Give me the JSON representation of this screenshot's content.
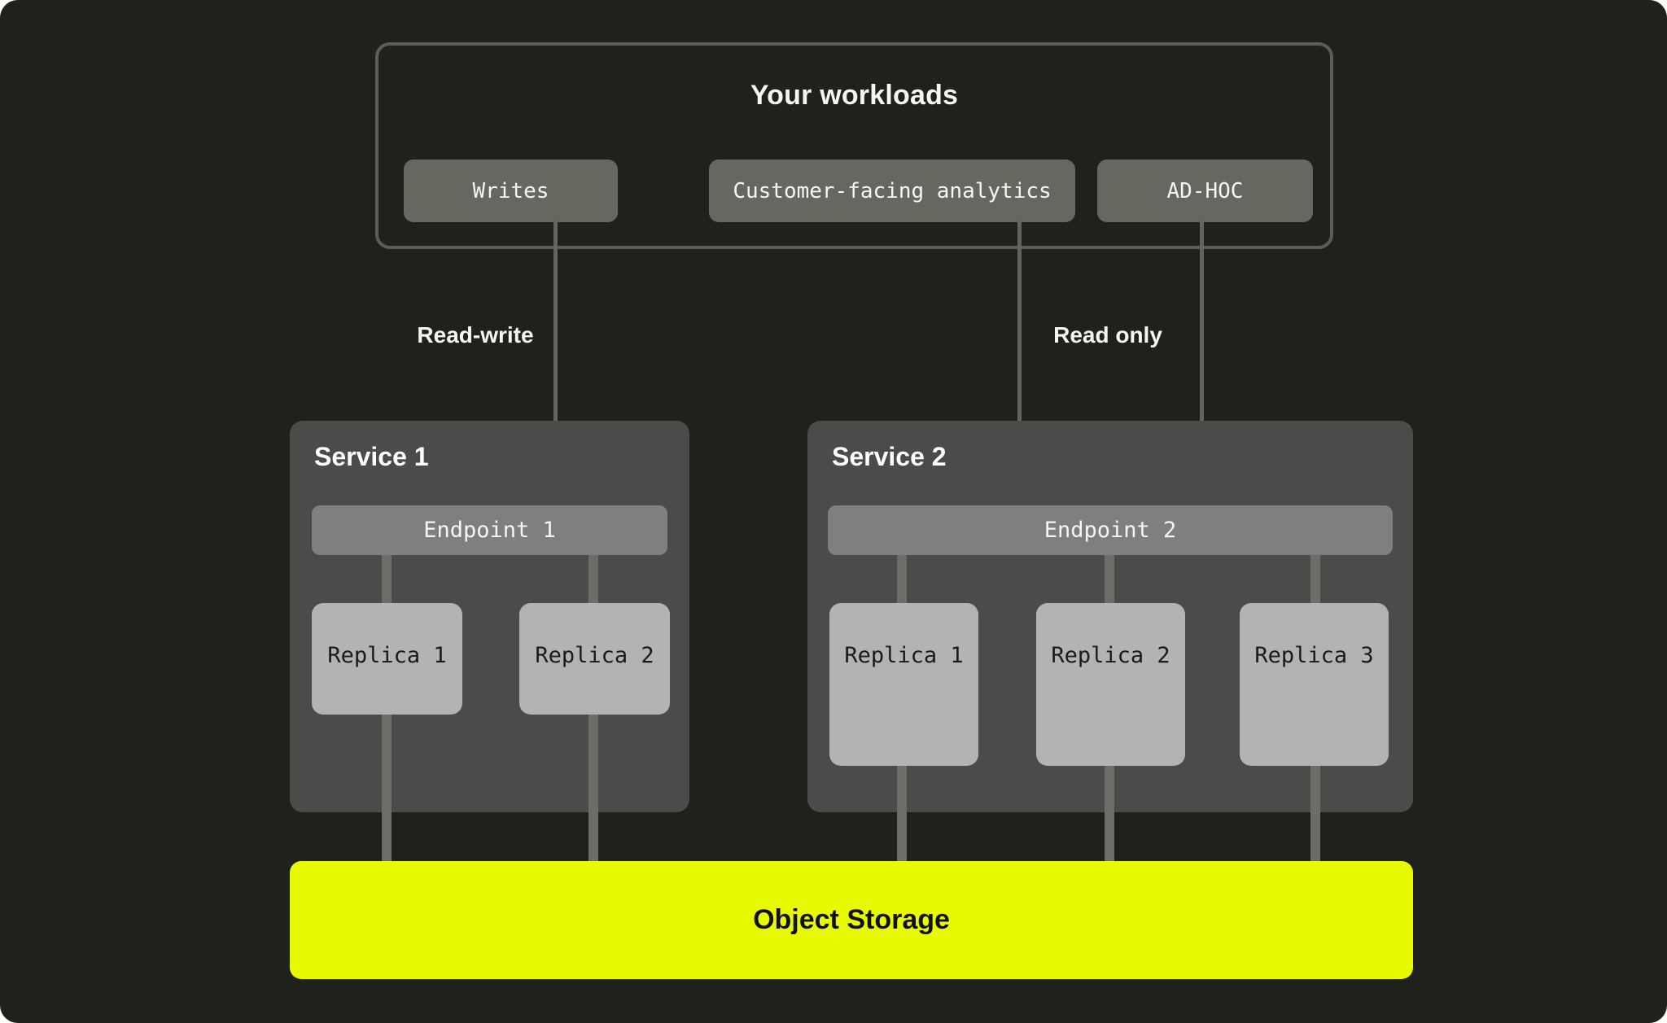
{
  "colors": {
    "bg-page": "#ffffff",
    "canvas": "#1f211b",
    "frame-border": "#5c5d58",
    "chip-bg": "#67665f",
    "text-light": "#f5f5f3",
    "arrow": "#63645e",
    "service-bg": "#4b4b49",
    "endpoint-bg": "#7f7f7d",
    "replica-bg": "#b3b3b1",
    "replica-text": "#1a1a18",
    "connector": "#6c6c68",
    "storage-bg": "#e8fa00",
    "storage-text": "#111210"
  },
  "workloads": {
    "title": "Your workloads",
    "items": [
      {
        "label": "Writes"
      },
      {
        "label": "Customer-facing analytics"
      },
      {
        "label": "AD-HOC"
      }
    ]
  },
  "edges": {
    "read_write_label": "Read-write",
    "read_only_label": "Read only"
  },
  "services": [
    {
      "title": "Service 1",
      "endpoint": "Endpoint 1",
      "replicas": [
        "Replica 1",
        "Replica 2"
      ]
    },
    {
      "title": "Service 2",
      "endpoint": "Endpoint 2",
      "replicas": [
        "Replica 1",
        "Replica 2",
        "Replica 3"
      ]
    }
  ],
  "storage": {
    "label": "Object Storage"
  }
}
